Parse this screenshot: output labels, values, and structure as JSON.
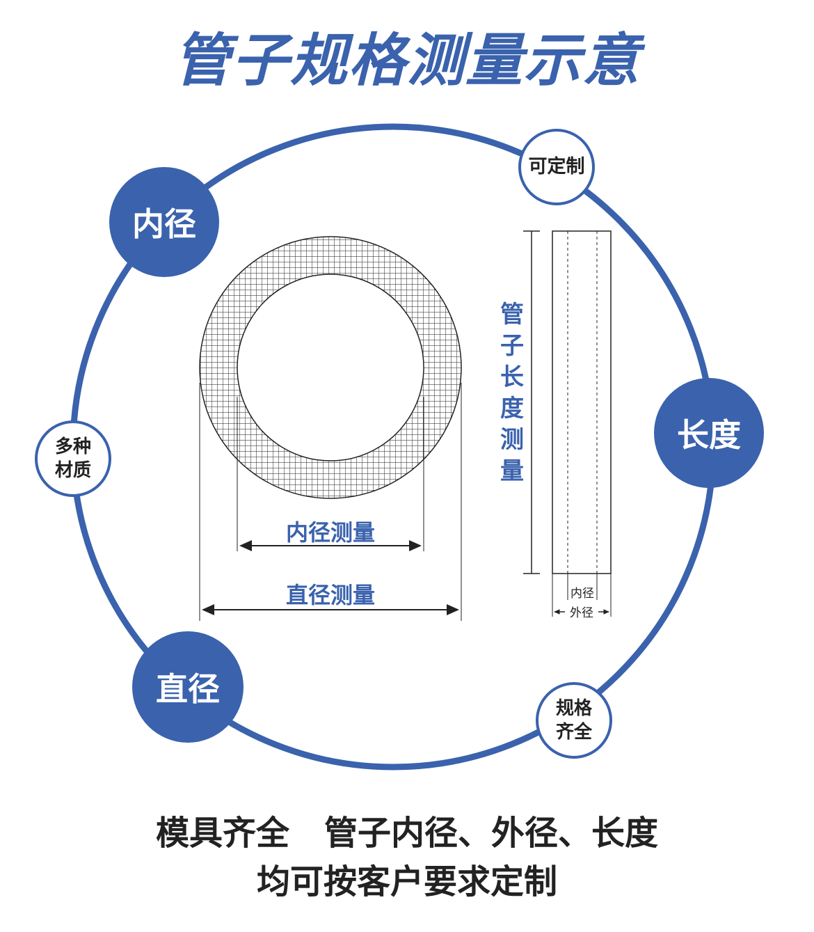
{
  "title": "管子规格测量示意",
  "badges": {
    "inner_diameter": "内径",
    "length": "长度",
    "diameter": "直径",
    "customizable": "可定制",
    "materials": "多种材质",
    "specs": "规格齐全"
  },
  "ring": {
    "inner_measure": "内径测量",
    "diameter_measure": "直径测量"
  },
  "tube": {
    "length_measure": "管子长度测量",
    "inner_label": "内径",
    "outer_label": "外径"
  },
  "bottom": {
    "line1_part1": "模具齐全",
    "line1_part2": "管子内径、外径、长度",
    "line2": "均可按客户要求定制"
  },
  "colors": {
    "primary_blue": "#3a62ad",
    "text_dark": "#222222"
  }
}
